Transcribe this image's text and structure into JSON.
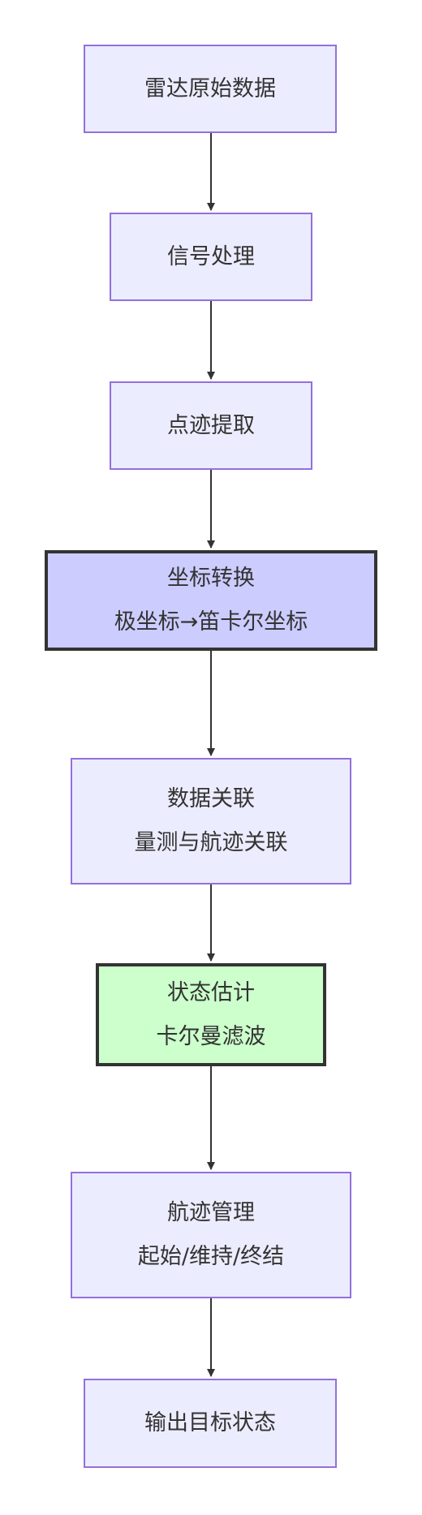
{
  "flowchart": {
    "nodes": [
      {
        "id": "radar_raw",
        "lines": [
          "雷达原始数据"
        ]
      },
      {
        "id": "signal_proc",
        "lines": [
          "信号处理"
        ]
      },
      {
        "id": "plot_extract",
        "lines": [
          "点迹提取"
        ]
      },
      {
        "id": "coord_transform",
        "lines": [
          "坐标转换",
          "极坐标→笛卡尔坐标"
        ]
      },
      {
        "id": "data_assoc",
        "lines": [
          "数据关联",
          "量测与航迹关联"
        ]
      },
      {
        "id": "state_est",
        "lines": [
          "状态估计",
          "卡尔曼滤波"
        ]
      },
      {
        "id": "track_mgmt",
        "lines": [
          "航迹管理",
          "起始/维持/终结"
        ]
      },
      {
        "id": "output",
        "lines": [
          "输出目标状态"
        ]
      }
    ],
    "edges": [
      {
        "from": "radar_raw",
        "to": "signal_proc"
      },
      {
        "from": "signal_proc",
        "to": "plot_extract"
      },
      {
        "from": "plot_extract",
        "to": "coord_transform"
      },
      {
        "from": "coord_transform",
        "to": "data_assoc"
      },
      {
        "from": "data_assoc",
        "to": "state_est"
      },
      {
        "from": "state_est",
        "to": "track_mgmt"
      },
      {
        "from": "track_mgmt",
        "to": "output"
      }
    ],
    "colors": {
      "node_fill": "#ececff",
      "node_border": "#9370db",
      "highlight_fill": "#ccccff",
      "highlight_border": "#333333",
      "estimate_fill": "#ccffcc",
      "edge": "#333333",
      "text": "#333333"
    }
  }
}
